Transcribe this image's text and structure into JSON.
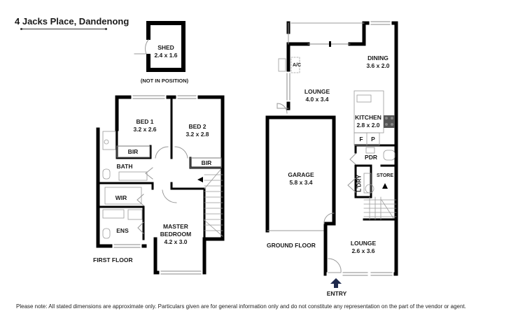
{
  "header": {
    "title": "4 Jacks Place, Dandenong"
  },
  "shed": {
    "name": "SHED",
    "dimensions": "2.4 x 1.6",
    "note": "(NOT IN POSITION)"
  },
  "first_floor": {
    "label": "FIRST FLOOR",
    "rooms": [
      {
        "name": "BED 1",
        "dimensions": "3.2 x 2.6"
      },
      {
        "name": "BED 2",
        "dimensions": "3.2 x 2.8"
      },
      {
        "name": "BIR",
        "dimensions": ""
      },
      {
        "name": "BIR",
        "dimensions": ""
      },
      {
        "name": "BATH",
        "dimensions": ""
      },
      {
        "name": "WIR",
        "dimensions": ""
      },
      {
        "name": "ENS",
        "dimensions": ""
      },
      {
        "name": "MASTER BEDROOM",
        "dimensions": "4.2 x 3.0"
      }
    ]
  },
  "ground_floor": {
    "label": "GROUND FLOOR",
    "rooms": [
      {
        "name": "DINING",
        "dimensions": "3.6 x 2.0"
      },
      {
        "name": "LOUNGE",
        "dimensions": "4.0 x 3.4"
      },
      {
        "name": "KITCHEN",
        "dimensions": "2.8 x 2.0"
      },
      {
        "name": "GARAGE",
        "dimensions": "5.8 x 3.4"
      },
      {
        "name": "PDR",
        "dimensions": ""
      },
      {
        "name": "L'DRY",
        "dimensions": ""
      },
      {
        "name": "STORE",
        "dimensions": ""
      },
      {
        "name": "LOUNGE",
        "dimensions": "2.6 x 3.6"
      }
    ],
    "fixtures": {
      "ac": "A/C",
      "fridge": "F",
      "pantry": "P"
    },
    "entry_label": "ENTRY"
  },
  "colors": {
    "wall": "#000000",
    "entry_arrow": "#1f2a4d",
    "fixture_line": "#9a9a9a",
    "cooktop": "#555555"
  },
  "footer": {
    "disclaimer": "Please note: All stated dimensions are approximate only. Particulars given are for general information only and do not constitute any representation on the part of the vendor or agent."
  }
}
